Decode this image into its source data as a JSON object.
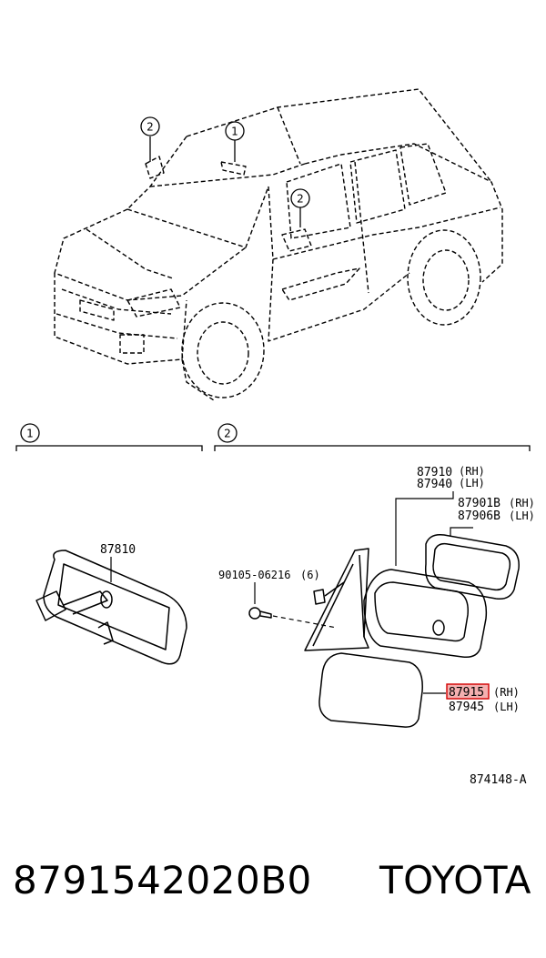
{
  "callouts": {
    "one": "1",
    "two": "2"
  },
  "parts": {
    "mirror_assy_rh": "87910",
    "mirror_assy_rh_side": "(RH)",
    "mirror_assy_lh": "87940",
    "mirror_assy_lh_side": "(LH)",
    "mirror_glass_rh": "87901B",
    "mirror_glass_rh_side": "(RH)",
    "mirror_glass_lh": "87906B",
    "mirror_glass_lh_side": "(LH)",
    "inner_mirror": "87810",
    "screw": "90105-06216",
    "screw_qty": "(6)",
    "cover_rh": "87915",
    "cover_rh_side": "(RH)",
    "cover_lh": "87945",
    "cover_lh_side": "(LH)"
  },
  "highlight_color": "#d20000",
  "diagram_id": "874148-A",
  "footer": {
    "part_number": "8791542020B0",
    "brand": "TOYOTA"
  }
}
